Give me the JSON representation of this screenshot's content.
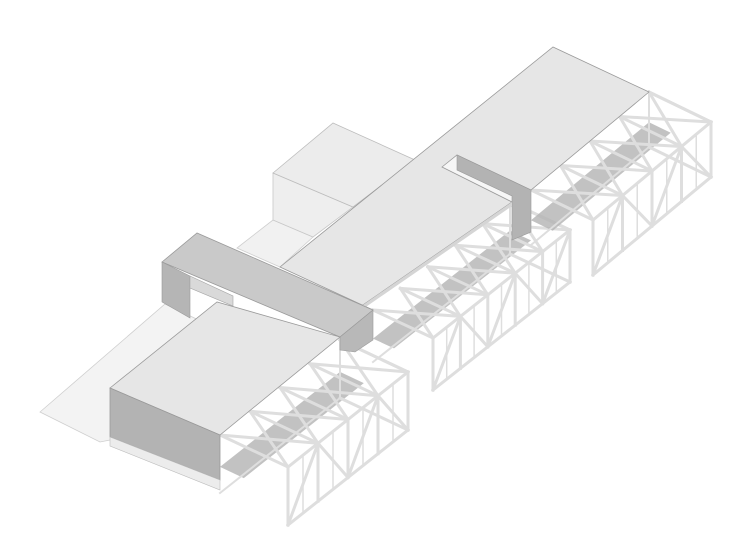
{
  "diagram": {
    "type": "axonometric-building-drawing",
    "colors": {
      "background": "#ffffff",
      "roof": "#e6e6e6",
      "roof_edge": "#9a9a9a",
      "bridge_top": "#c9c9c9",
      "dark_wall": "#b3b3b3",
      "back_box": "#ececec",
      "ground": "#f3f3f3",
      "truss": "#dedede"
    },
    "modules": [
      {
        "name": "left-truss-module",
        "bays": 4
      },
      {
        "name": "middle-truss-module",
        "bays": 5
      },
      {
        "name": "right-truss-module",
        "bays": 4
      }
    ]
  }
}
